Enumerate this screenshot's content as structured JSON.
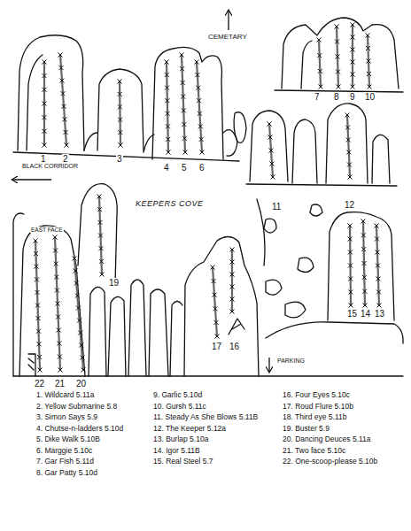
{
  "diagram": {
    "labels": [
      "CEMETARY",
      "7",
      "8",
      "9",
      "10",
      "1",
      "2",
      "3",
      "4",
      "5",
      "6",
      "BLACK CORRIDOR",
      "11",
      "12",
      "KEEPERS COVE",
      "EAST FACE",
      "19",
      "15",
      "14",
      "13",
      "17",
      "16",
      "PARKING",
      "22",
      "21",
      "20",
      "1. Wildcard 5.11a",
      "2. Yellow Submarine 5.8",
      "3. Simon Says 5.9",
      "4. Chutse-n-ladders 5.10d",
      "5. Dike Walk 5.10B",
      "6. Marggie 5.10c",
      "7. Gar Fish 5.11d",
      "8. Gar Patty 5.10d",
      "9. Garlic 5.10d",
      "10. Gursh 5.11c",
      "11. Steady As She Blows 5.11B",
      "12. The Keeper 5.12a",
      "13. Burlap 5.10a",
      "14. Igor 5.11B",
      "15. Real Steel 5.7",
      "16. Four Eyes 5.10c",
      "17. Roud Flure 5.10b",
      "18. Third eye 5.11b",
      "19. Buster 5.9",
      "20. Dancing Deuces 5.11a",
      "21. Two face 5.10c",
      "22. One-scoop-please 5.10b"
    ]
  }
}
